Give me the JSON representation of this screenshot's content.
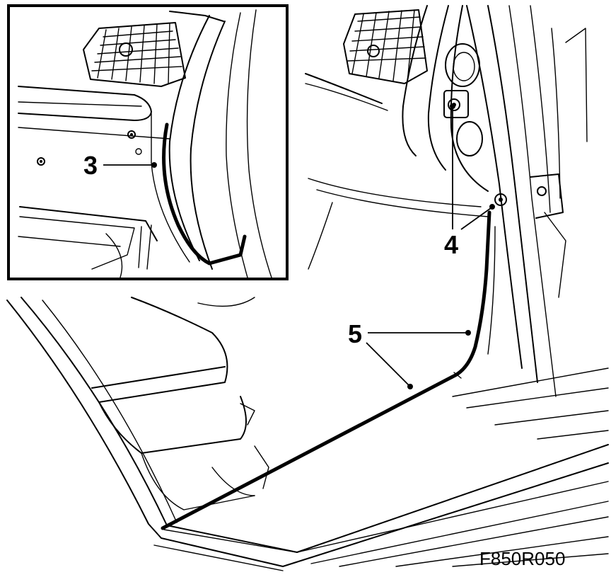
{
  "figure_id": "F850R050",
  "callouts": {
    "c3": "3",
    "c4": "4",
    "c5": "5"
  },
  "colors": {
    "line": "#000000",
    "background": "#ffffff"
  }
}
